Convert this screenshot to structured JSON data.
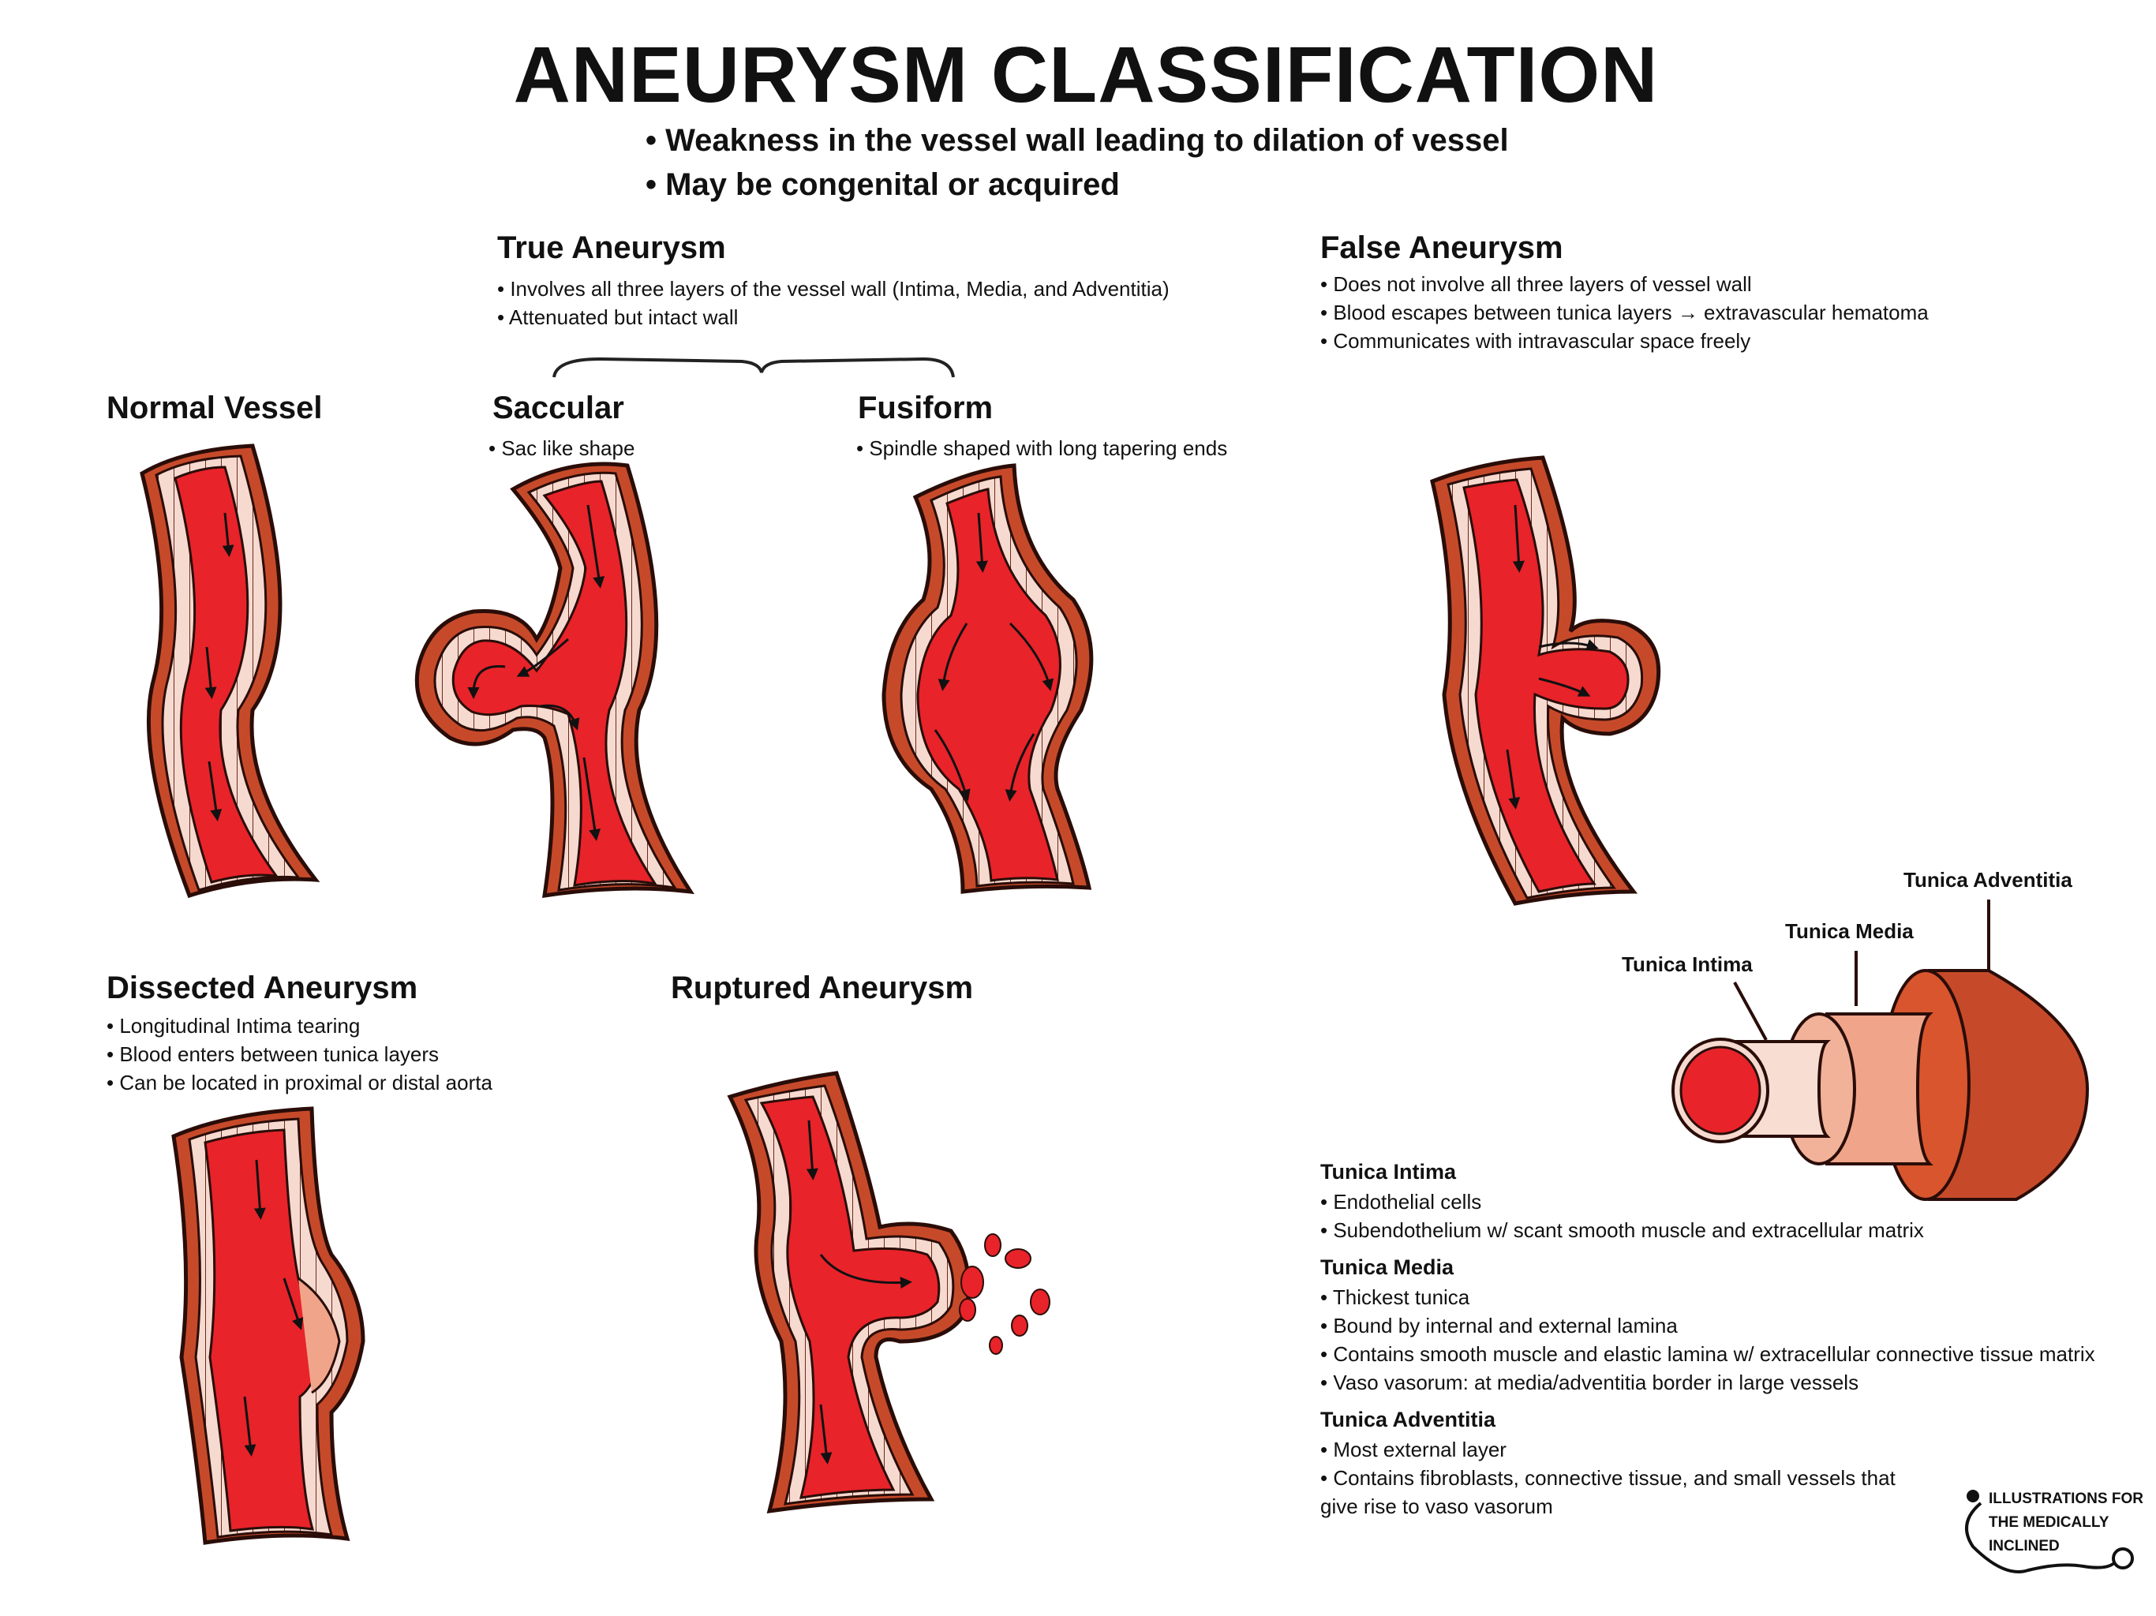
{
  "title": "ANEURYSM CLASSIFICATION",
  "intro": [
    "Weakness in the vessel wall leading to dilation of vessel",
    "May be congenital or acquired"
  ],
  "true_aneurysm": {
    "heading": "True Aneurysm",
    "bullets": [
      "Involves all three layers of the vessel wall (Intima, Media, and Adventitia)",
      "Attenuated but intact wall"
    ]
  },
  "false_aneurysm": {
    "heading": "False Aneurysm",
    "bullets": [
      "Does not involve all three layers of vessel wall",
      "Blood escapes between tunica layers → extravascular hematoma",
      "Communicates with intravascular space freely"
    ]
  },
  "normal_vessel": {
    "heading": "Normal Vessel"
  },
  "saccular": {
    "heading": "Saccular",
    "bullets": [
      "Sac like shape"
    ]
  },
  "fusiform": {
    "heading": "Fusiform",
    "bullets": [
      "Spindle shaped with long tapering ends"
    ]
  },
  "dissected": {
    "heading": "Dissected Aneurysm",
    "bullets": [
      "Longitudinal Intima tearing",
      "Blood enters between tunica layers",
      "Can be located in proximal or distal aorta"
    ]
  },
  "ruptured": {
    "heading": "Ruptured Aneurysm"
  },
  "layers_diagram": {
    "labels": [
      "Tunica Intima",
      "Tunica Media",
      "Tunica Adventitia"
    ]
  },
  "layer_notes": {
    "intima": {
      "heading": "Tunica Intima",
      "bullets": [
        "Endothelial cells",
        "Subendothelium w/ scant smooth muscle and extracellular matrix"
      ]
    },
    "media": {
      "heading": "Tunica Media",
      "bullets": [
        "Thickest tunica",
        "Bound by internal and external lamina",
        "Contains smooth muscle and elastic lamina w/ extracellular connective tissue matrix",
        "Vaso vasorum: at media/adventitia border in large vessels"
      ]
    },
    "adventitia": {
      "heading": "Tunica Adventitia",
      "bullets": [
        "Most external layer",
        "Contains fibroblasts, connective tissue, and small vessels that",
        "give rise to vaso vasorum"
      ]
    }
  },
  "logo": {
    "lines": [
      "ILLUSTRATIONS FOR",
      "THE MEDICALLY",
      "INCLINED"
    ],
    "icon": "stethoscope-icon"
  },
  "colors": {
    "blood": "#e8232a",
    "blood_dark": "#c4161c",
    "media": "#f0a58a",
    "adventitia": "#c64a2a",
    "outline": "#2a0d08",
    "intima": "#f6dad0"
  }
}
